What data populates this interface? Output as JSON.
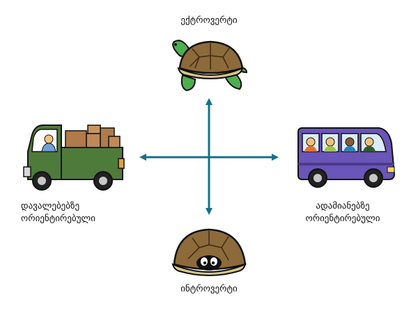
{
  "labels": {
    "top": "ექტროვერტი",
    "bottom": "ინტროვერტი",
    "left_line1": "დავალებებზე",
    "left_line2": "ორიენტირებული",
    "right_line1": "ადამიანებზე",
    "right_line2": "ორიენტირებული"
  },
  "icons": {
    "top": "turtle-walking-icon",
    "bottom": "turtle-hiding-in-shell-icon",
    "left": "pickup-truck-with-boxes-icon",
    "right": "bus-with-people-icon"
  },
  "colors": {
    "arrow": "#1a6f85",
    "shell": "#8d6a3a",
    "turtle_skin": "#4caf50",
    "truck": "#4e7a3a",
    "bus": "#6a55b8"
  }
}
